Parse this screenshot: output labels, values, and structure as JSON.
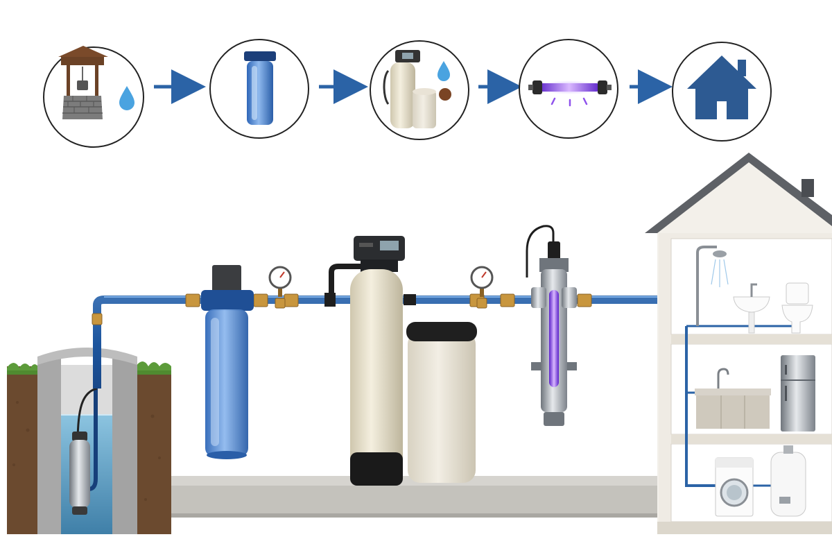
{
  "flow_steps": [
    {
      "id": "well",
      "icon": "well-icon"
    },
    {
      "id": "sediment-filter",
      "icon": "sediment-filter-icon"
    },
    {
      "id": "water-softener",
      "icon": "water-softener-icon"
    },
    {
      "id": "uv-sterilizer",
      "icon": "uv-sterilizer-icon"
    },
    {
      "id": "house",
      "icon": "house-icon"
    }
  ],
  "colors": {
    "pipe": "#1f5fae",
    "pipe_light": "#4c8fd6",
    "flow_arrow": "#2b63a6",
    "house_icon": "#2d5a92",
    "uv_glow": "#9b5cf0",
    "brass": "#c8963e",
    "water": "#7fb7d6",
    "soil": "#6b4a2f",
    "grass": "#5c9b3a",
    "concrete": "#c9c7c2",
    "tank_cream": "#ece6d2",
    "filter_blue": "#4a86d8",
    "house_wall": "#f3f0ea",
    "roof": "#5e6166"
  }
}
